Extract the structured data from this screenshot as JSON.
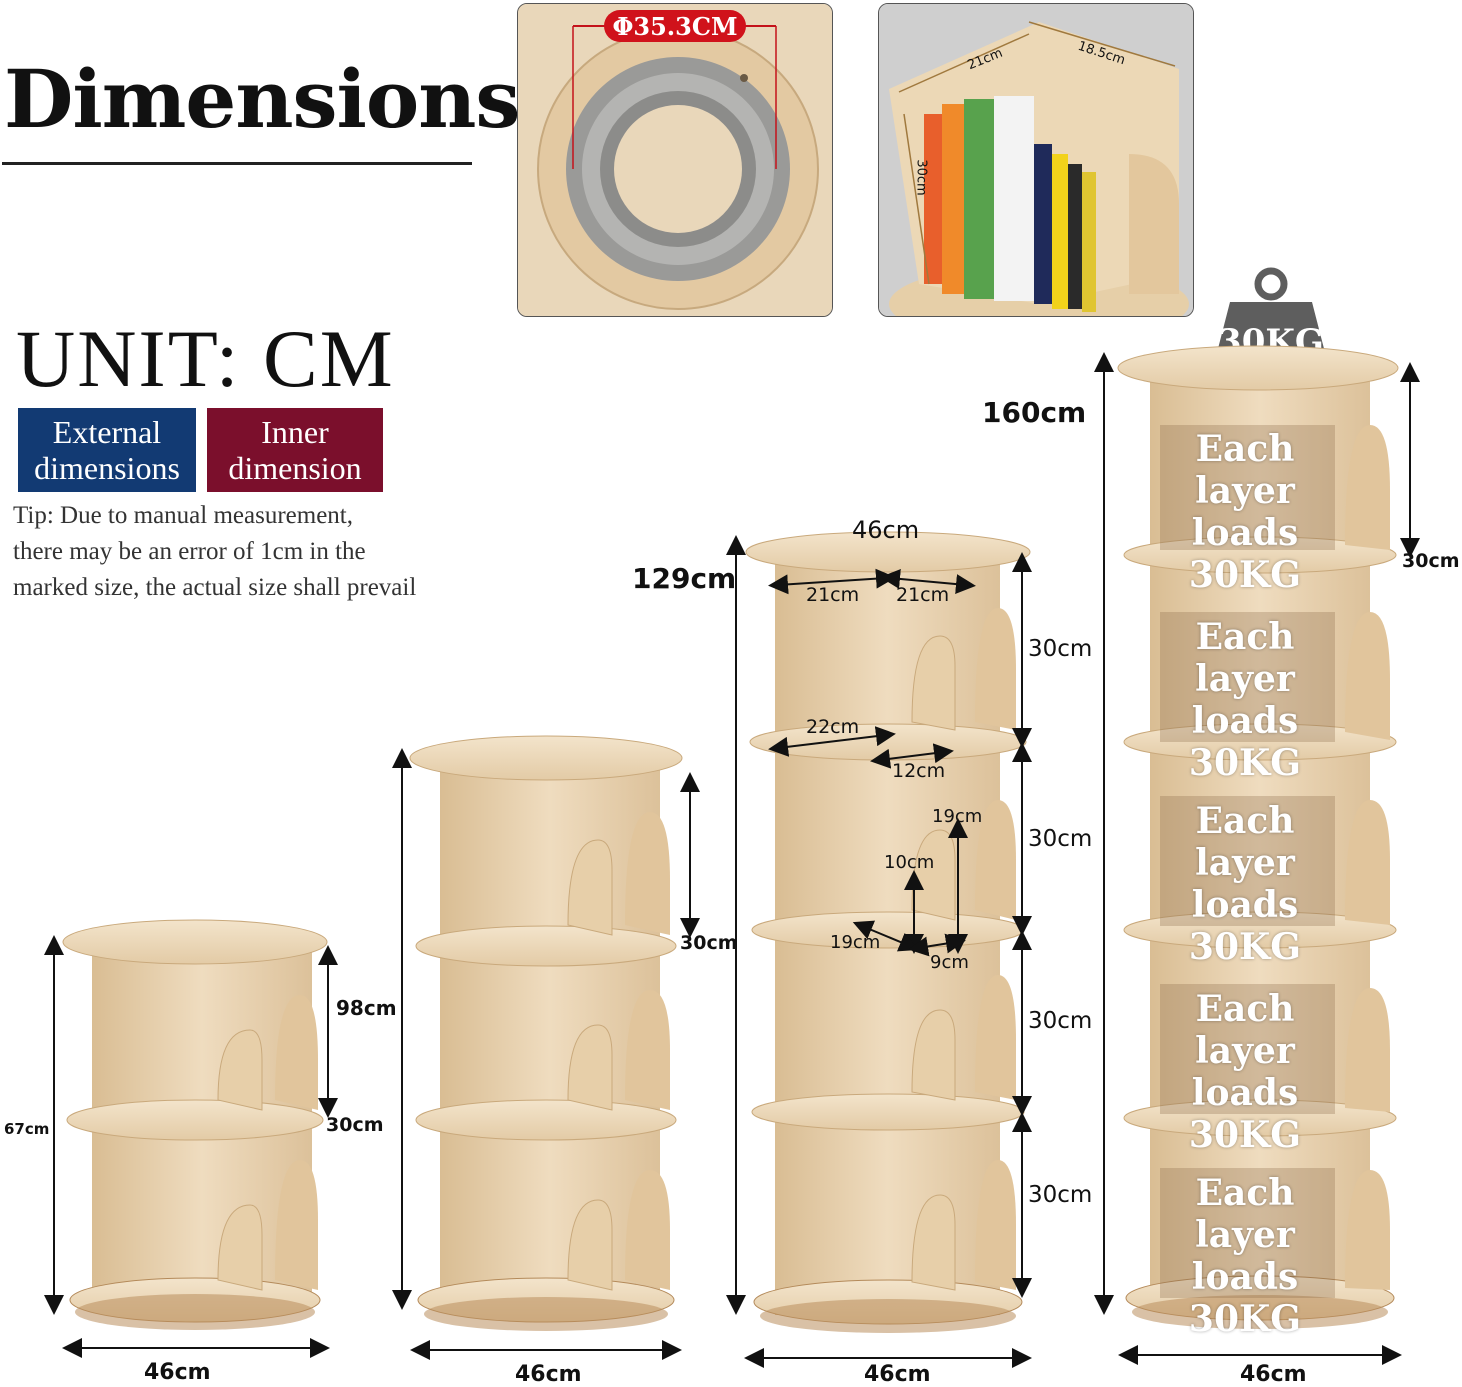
{
  "header": {
    "title": "Dimensions",
    "unit": "UNIT: CM"
  },
  "legend": {
    "external": [
      "External",
      "dimensions"
    ],
    "inner": [
      "Inner",
      "dimension"
    ],
    "colors": {
      "external": "#123a73",
      "inner": "#7b0f2c"
    }
  },
  "tip": [
    "Tip: Due to manual measurement,",
    "there may be an error of 1cm in the",
    "marked size, the actual size shall prevail"
  ],
  "bearing_photo": {
    "diameter": "Φ35.3CM"
  },
  "books_photo": {
    "depth": "21cm",
    "width": "18.5cm",
    "height": "30cm"
  },
  "shelf_2": {
    "height": "67cm",
    "layer": "30cm",
    "width": "46cm"
  },
  "shelf_3": {
    "height": "98cm",
    "layer": "30cm",
    "width": "46cm"
  },
  "shelf_4": {
    "height": "129cm",
    "top_width": "46cm",
    "half_left": "21cm",
    "half_right": "21cm",
    "layers": [
      "30cm",
      "30cm",
      "30cm",
      "30cm"
    ],
    "shelf_depth": "22cm",
    "slot": "12cm",
    "divider_h": "19cm",
    "divider_mid": "10cm",
    "base_depth": "19cm",
    "base_slot": "9cm",
    "width": "46cm"
  },
  "shelf_5": {
    "height": "160cm",
    "layer": "30cm",
    "width": "46cm",
    "weight": "30KG",
    "load_lines": [
      "Each layer",
      "loads",
      "30KG"
    ]
  }
}
